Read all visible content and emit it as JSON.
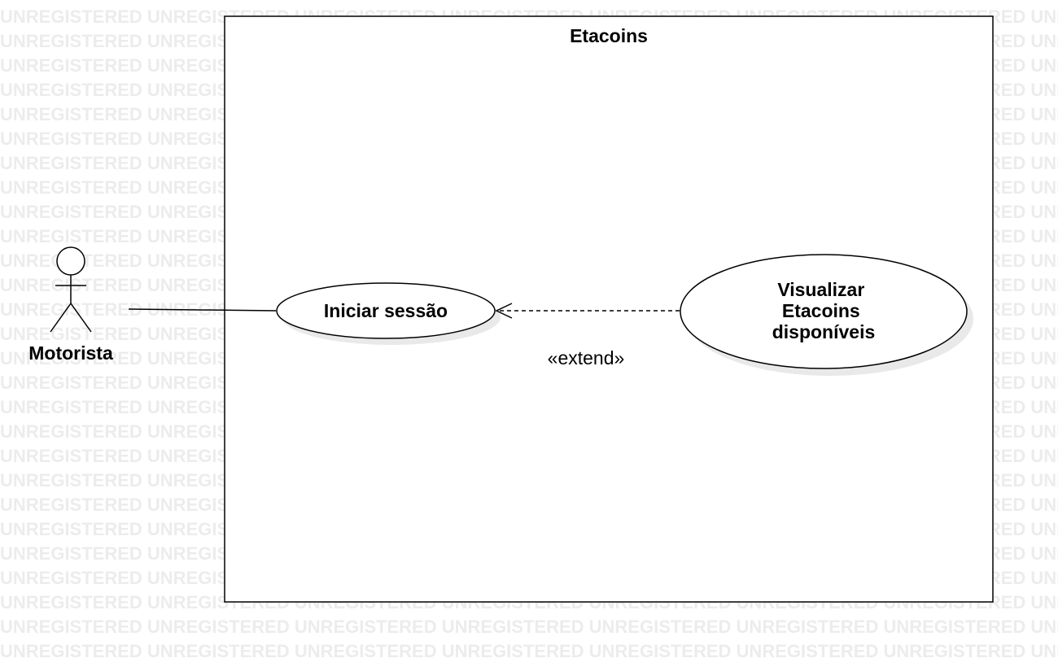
{
  "watermark": {
    "text": "UNREGISTERED"
  },
  "system": {
    "title": "Etacoins"
  },
  "actor": {
    "name": "Motorista"
  },
  "use_cases": {
    "iniciar_sessao": {
      "label": "Iniciar sessão"
    },
    "visualizar_etacoins": {
      "lines": [
        "Visualizar",
        "Etacoins",
        "disponíveis"
      ]
    }
  },
  "relationships": {
    "extend": {
      "stereotype": "«extend»",
      "from": "Visualizar Etacoins disponíveis",
      "to": "Iniciar sessão"
    },
    "association": {
      "from": "Motorista",
      "to": "Iniciar sessão"
    }
  },
  "colors": {
    "stroke": "#000000",
    "shadow": "#e6e6e6",
    "watermark": "#ececec",
    "background": "#ffffff"
  }
}
